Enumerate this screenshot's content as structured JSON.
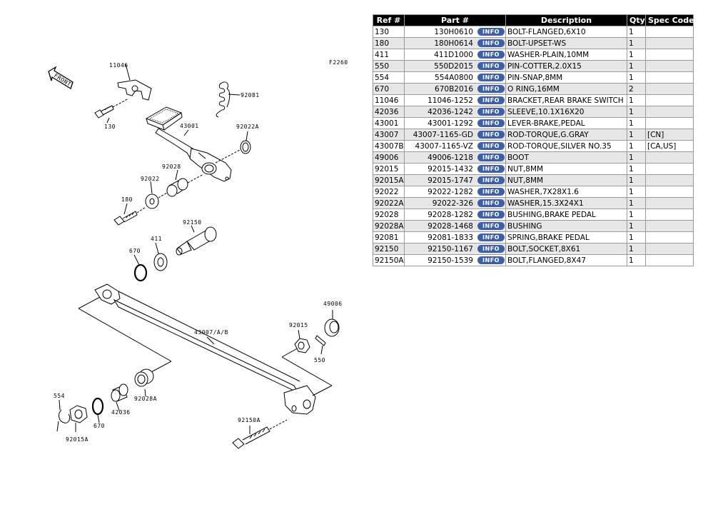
{
  "diagram": {
    "code": "F2260",
    "front_label": "FRONT",
    "callouts": {
      "c11046": "11046",
      "c92081": "92081",
      "c130": "130",
      "c43001": "43001",
      "c92022A": "92022A",
      "c92028": "92028",
      "c92022": "92022",
      "c180": "180",
      "c92150": "92150",
      "c411": "411",
      "c670a": "670",
      "c49006": "49006",
      "c43007": "43007/A/B",
      "c92015": "92015",
      "c550": "550",
      "c554": "554",
      "c92028A": "92028A",
      "c42036": "42036",
      "c670b": "670",
      "c92015A": "92015A",
      "c92150A": "92150A"
    }
  },
  "table": {
    "headers": {
      "ref": "Ref #",
      "part": "Part #",
      "desc": "Description",
      "qty": "Qty",
      "spec": "Spec Code"
    },
    "info_label": "INFO",
    "rows": [
      {
        "ref": "130",
        "part": "130H0610",
        "desc": "BOLT-FLANGED,6X10",
        "qty": "1",
        "spec": ""
      },
      {
        "ref": "180",
        "part": "180H0614",
        "desc": "BOLT-UPSET-WS",
        "qty": "1",
        "spec": ""
      },
      {
        "ref": "411",
        "part": "411D1000",
        "desc": "WASHER-PLAIN,10MM",
        "qty": "1",
        "spec": ""
      },
      {
        "ref": "550",
        "part": "550D2015",
        "desc": "PIN-COTTER,2.0X15",
        "qty": "1",
        "spec": ""
      },
      {
        "ref": "554",
        "part": "554A0800",
        "desc": "PIN-SNAP,8MM",
        "qty": "1",
        "spec": ""
      },
      {
        "ref": "670",
        "part": "670B2016",
        "desc": "O RING,16MM",
        "qty": "2",
        "spec": ""
      },
      {
        "ref": "11046",
        "part": "11046-1252",
        "desc": "BRACKET,REAR BRAKE SWITCH",
        "qty": "1",
        "spec": ""
      },
      {
        "ref": "42036",
        "part": "42036-1242",
        "desc": "SLEEVE,10.1X16X20",
        "qty": "1",
        "spec": ""
      },
      {
        "ref": "43001",
        "part": "43001-1292",
        "desc": "LEVER-BRAKE,PEDAL",
        "qty": "1",
        "spec": ""
      },
      {
        "ref": "43007",
        "part": "43007-1165-GD",
        "desc": "ROD-TORQUE,G.GRAY",
        "qty": "1",
        "spec": "[CN]"
      },
      {
        "ref": "43007B",
        "part": "43007-1165-VZ",
        "desc": "ROD-TORQUE,SILVER NO.35",
        "qty": "1",
        "spec": "[CA,US]"
      },
      {
        "ref": "49006",
        "part": "49006-1218",
        "desc": "BOOT",
        "qty": "1",
        "spec": ""
      },
      {
        "ref": "92015",
        "part": "92015-1432",
        "desc": "NUT,8MM",
        "qty": "1",
        "spec": ""
      },
      {
        "ref": "92015A",
        "part": "92015-1747",
        "desc": "NUT,8MM",
        "qty": "1",
        "spec": ""
      },
      {
        "ref": "92022",
        "part": "92022-1282",
        "desc": "WASHER,7X28X1.6",
        "qty": "1",
        "spec": ""
      },
      {
        "ref": "92022A",
        "part": "92022-326",
        "desc": "WASHER,15.3X24X1",
        "qty": "1",
        "spec": ""
      },
      {
        "ref": "92028",
        "part": "92028-1282",
        "desc": "BUSHING,BRAKE PEDAL",
        "qty": "1",
        "spec": ""
      },
      {
        "ref": "92028A",
        "part": "92028-1468",
        "desc": "BUSHING",
        "qty": "1",
        "spec": ""
      },
      {
        "ref": "92081",
        "part": "92081-1833",
        "desc": "SPRING,BRAKE PEDAL",
        "qty": "1",
        "spec": ""
      },
      {
        "ref": "92150",
        "part": "92150-1167",
        "desc": "BOLT,SOCKET,8X61",
        "qty": "1",
        "spec": ""
      },
      {
        "ref": "92150A",
        "part": "92150-1539",
        "desc": "BOLT,FLANGED,8X47",
        "qty": "1",
        "spec": ""
      }
    ]
  }
}
